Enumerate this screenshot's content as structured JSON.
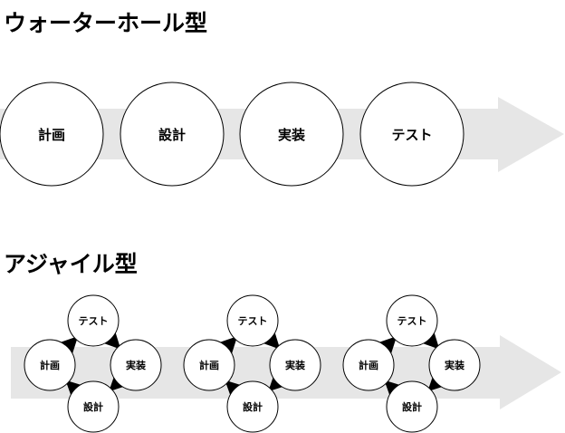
{
  "waterfall": {
    "title": "ウォーターホール型",
    "steps": [
      "計画",
      "設計",
      "実装",
      "テスト"
    ]
  },
  "agile": {
    "title": "アジャイル型",
    "cycle": {
      "top": "テスト",
      "left": "計画",
      "right": "実装",
      "bottom": "設計"
    },
    "iterations": 3
  },
  "colors": {
    "arrow": "#e6e6e6",
    "stroke": "#000000"
  }
}
